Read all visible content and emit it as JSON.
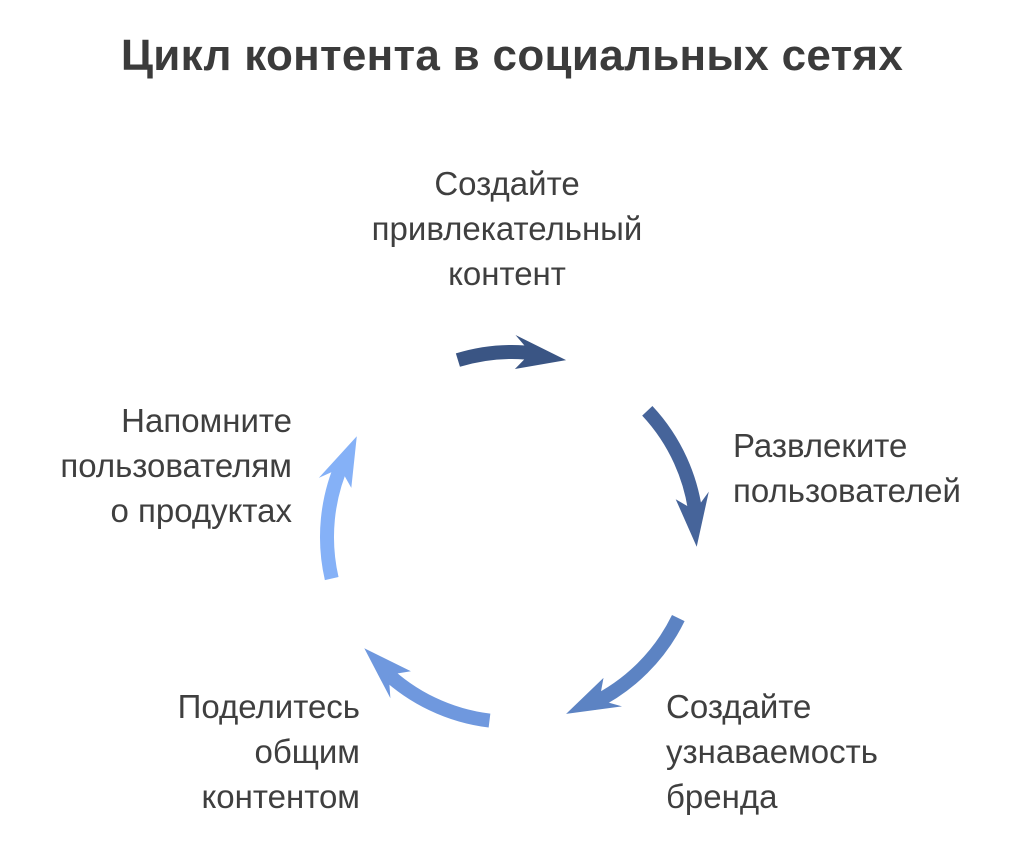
{
  "title": "Цикл контента в социальных сетях",
  "steps": [
    {
      "lines": [
        "Создайте",
        "привлекательный",
        "контент"
      ],
      "color": "#3a5584"
    },
    {
      "lines": [
        "Развлеките",
        "пользователей"
      ],
      "color": "#46649a"
    },
    {
      "lines": [
        "Создайте",
        "узнаваемость",
        "бренда"
      ],
      "color": "#5c83c3"
    },
    {
      "lines": [
        "Поделитесь",
        "общим",
        "контентом"
      ],
      "color": "#6f98de"
    },
    {
      "lines": [
        "Напомните",
        "пользователям",
        "о продуктах"
      ],
      "color": "#85b1f7"
    }
  ]
}
